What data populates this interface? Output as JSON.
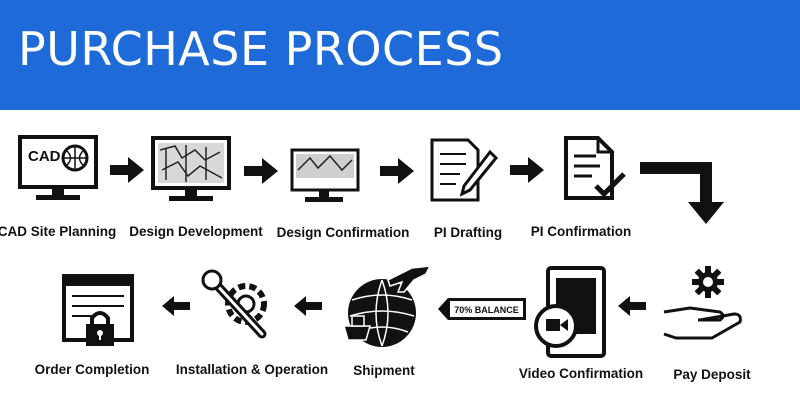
{
  "banner": {
    "title": "PURCHASE PROCESS",
    "color": "#1d6ad8"
  },
  "steps": [
    {
      "label": "CAD Site Planning",
      "icon": "cad-monitor-icon"
    },
    {
      "label": "Design Development",
      "icon": "design-monitor-icon"
    },
    {
      "label": "Design Confirmation",
      "icon": "confirm-monitor-icon"
    },
    {
      "label": "PI Drafting",
      "icon": "document-pen-icon"
    },
    {
      "label": "PI Confirmation",
      "icon": "document-check-icon"
    },
    {
      "label": "Pay Deposit",
      "icon": "hand-gear-icon"
    },
    {
      "label": "Video Confirmation",
      "icon": "video-tablet-icon"
    },
    {
      "label": "Shipment",
      "icon": "globe-plane-ship-icon"
    },
    {
      "label": "Installation & Operation",
      "icon": "tools-gear-icon"
    },
    {
      "label": "Order Completion",
      "icon": "lock-window-icon"
    }
  ],
  "icon_text": {
    "cad": "CAD",
    "balance": "70% BALANCE"
  }
}
